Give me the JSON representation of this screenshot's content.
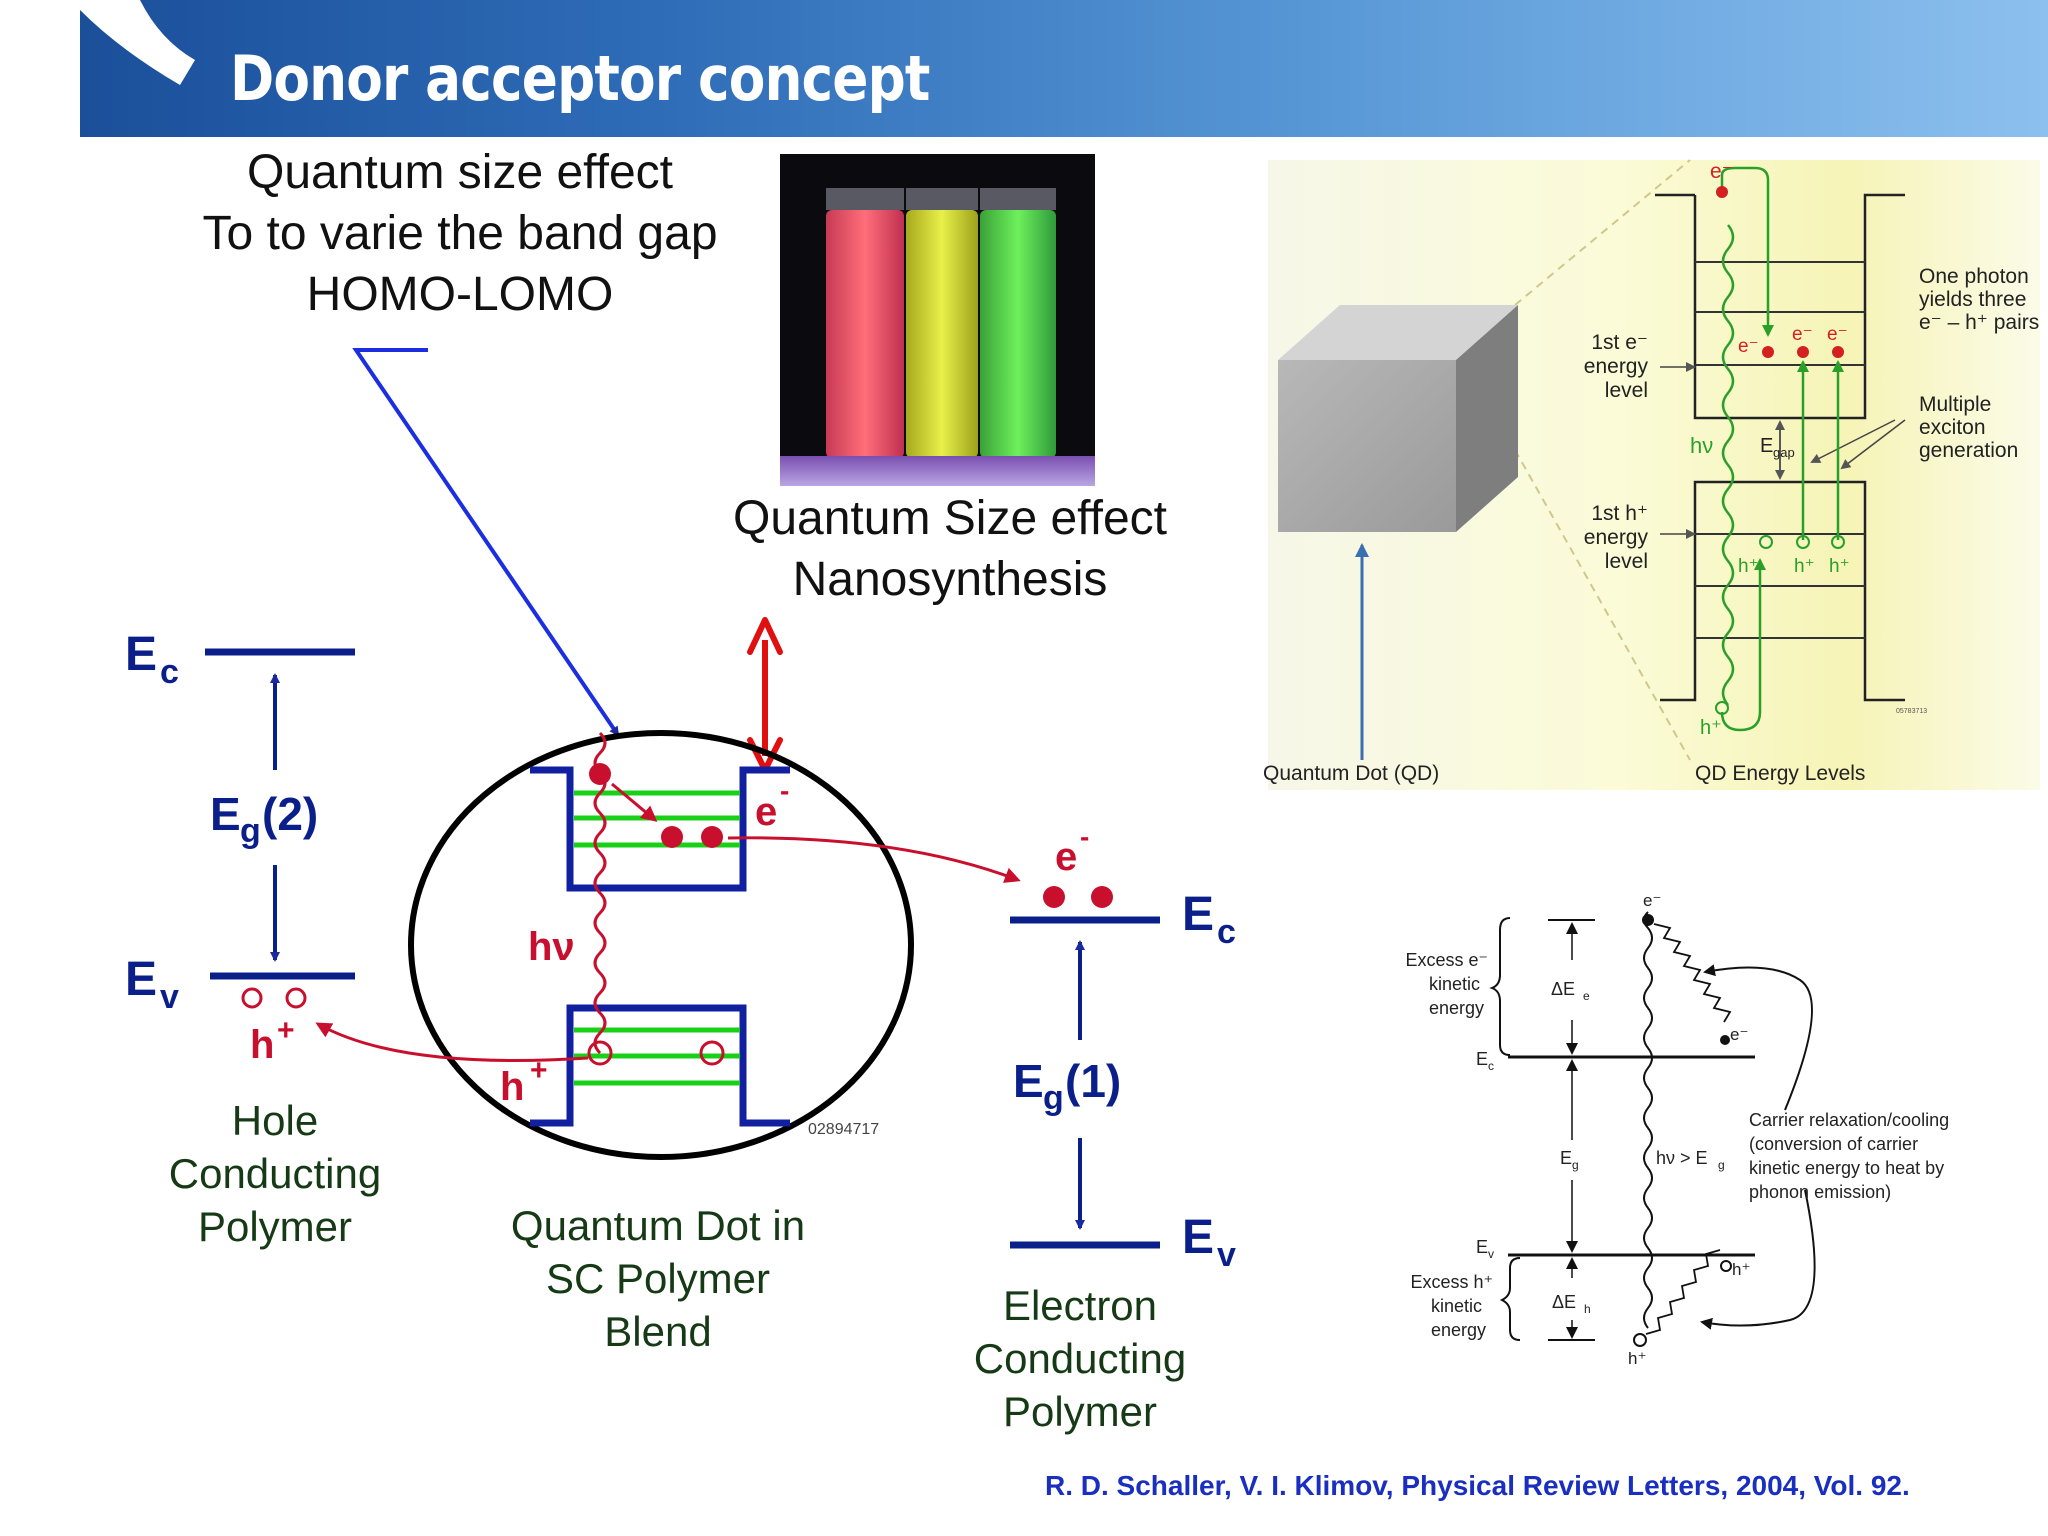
{
  "title": "Donor acceptor concept",
  "top_note": {
    "line1": "Quantum size effect",
    "line2": "To to varie the band gap",
    "line3": "HOMO-LOMO"
  },
  "mid_note": {
    "line1": "Quantum Size effect",
    "line2": "Nanosynthesis"
  },
  "left_diagram": {
    "ec_left": "E",
    "ec_left_sub": "c",
    "eg2": "E",
    "eg2_sub": "g",
    "eg2_suffix": "(2)",
    "ev_left": "E",
    "ev_left_sub": "v",
    "h_plus_left": "h",
    "hole_polymer": [
      "Hole",
      "Conducting",
      "Polymer"
    ],
    "dot_e_minus": "e",
    "hv": "hν",
    "dot_h_plus": "h",
    "code": "02894717",
    "dot_label": [
      "Quantum Dot in",
      "SC Polymer",
      "Blend"
    ],
    "e_minus_right": "e",
    "ec_right": "E",
    "ec_right_sub": "c",
    "eg1": "E",
    "eg1_sub": "g",
    "eg1_suffix": "(1)",
    "ev_right": "E",
    "ev_right_sub": "v",
    "electron_polymer": [
      "Electron",
      "Conducting",
      "Polymer"
    ]
  },
  "qd_diagram": {
    "one_photon": [
      "One photon",
      "yields three",
      "e⁻ – h⁺ pairs"
    ],
    "mult_exciton": [
      "Multiple",
      "exciton",
      "generation"
    ],
    "first_e": [
      "1st e⁻",
      "energy",
      "level"
    ],
    "first_h": [
      "1st h⁺",
      "energy",
      "level"
    ],
    "hv": "hν",
    "egap": "E",
    "egap_sub": "gap",
    "e_top": "e⁻",
    "e_label": "e⁻",
    "h_label": "h⁺",
    "h_bottom": "h⁺",
    "qd_caption": "Quantum Dot (QD)",
    "levels_caption": "QD Energy Levels",
    "code": "05783713"
  },
  "relax_diagram": {
    "excess_e": [
      "Excess e⁻",
      "kinetic",
      "energy"
    ],
    "delta_ee": "ΔE",
    "delta_ee_sub": "e",
    "ec": "E",
    "ec_sub": "c",
    "eg": "E",
    "eg_sub": "g",
    "hv_gt": "hν > E",
    "hv_gt_sub": "g",
    "ev": "E",
    "ev_sub": "v",
    "excess_h": [
      "Excess h⁺",
      "kinetic",
      "energy"
    ],
    "delta_eh": "ΔE",
    "delta_eh_sub": "h",
    "e_minus": "e⁻",
    "h_plus": "h⁺",
    "relax_text": [
      "Carrier relaxation/cooling",
      "(conversion of carrier",
      "kinetic energy to heat by",
      "phonon emission)"
    ]
  },
  "citation": "R. D. Schaller, V. I. Klimov, Physical Review Letters, 2004, Vol. 92."
}
